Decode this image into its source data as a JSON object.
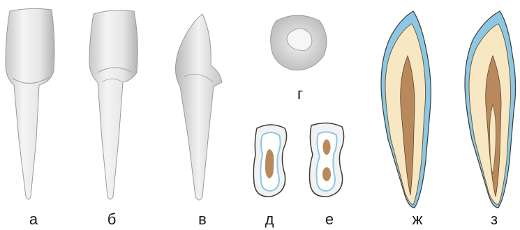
{
  "figure": {
    "labels": {
      "a": "а",
      "b": "б",
      "v": "в",
      "g": "г",
      "d": "д",
      "e": "е",
      "zh": "ж",
      "z": "з"
    }
  },
  "colors": {
    "enamel_surface": "#e9e9e9",
    "enamel_shade": "#bdbdbd",
    "enamel_cap": "#8cc8e4",
    "dentin": "#f7e7c2",
    "pulp": "#b9895c",
    "outline": "#3a3a3a"
  }
}
